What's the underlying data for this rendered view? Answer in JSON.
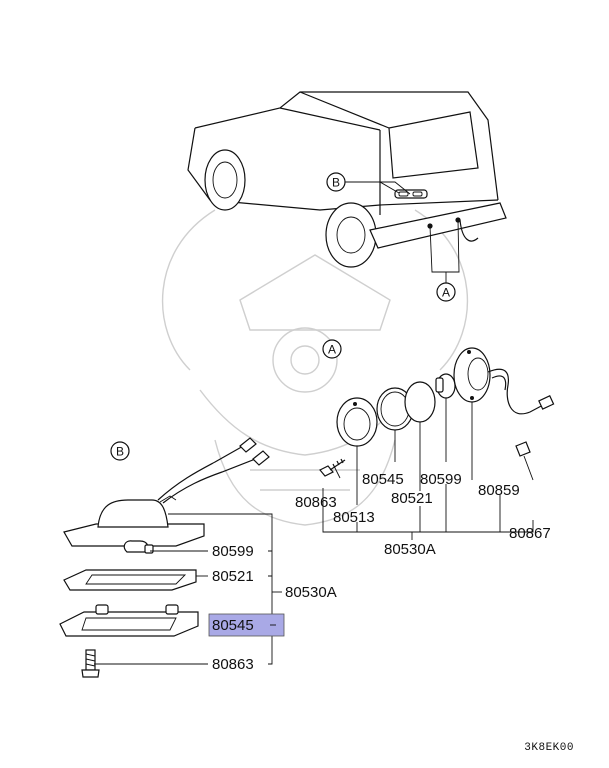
{
  "callouts": {
    "view_a_top": "A",
    "view_b_top": "B",
    "section_a": "A",
    "section_b": "B"
  },
  "left_parts": {
    "bulb": "80599",
    "lens": "80521",
    "assembly": "80530A",
    "gasket_highlighted": "80545",
    "screw": "80863"
  },
  "right_parts": {
    "gasket": "80545",
    "bulb": "80599",
    "lens": "80521",
    "housing": "80859",
    "screw": "80863",
    "rim": "80513",
    "clip": "80867",
    "assembly": "80530A"
  },
  "highlight_color": "#a9a9e6",
  "diagram_code": "3K8EK00"
}
